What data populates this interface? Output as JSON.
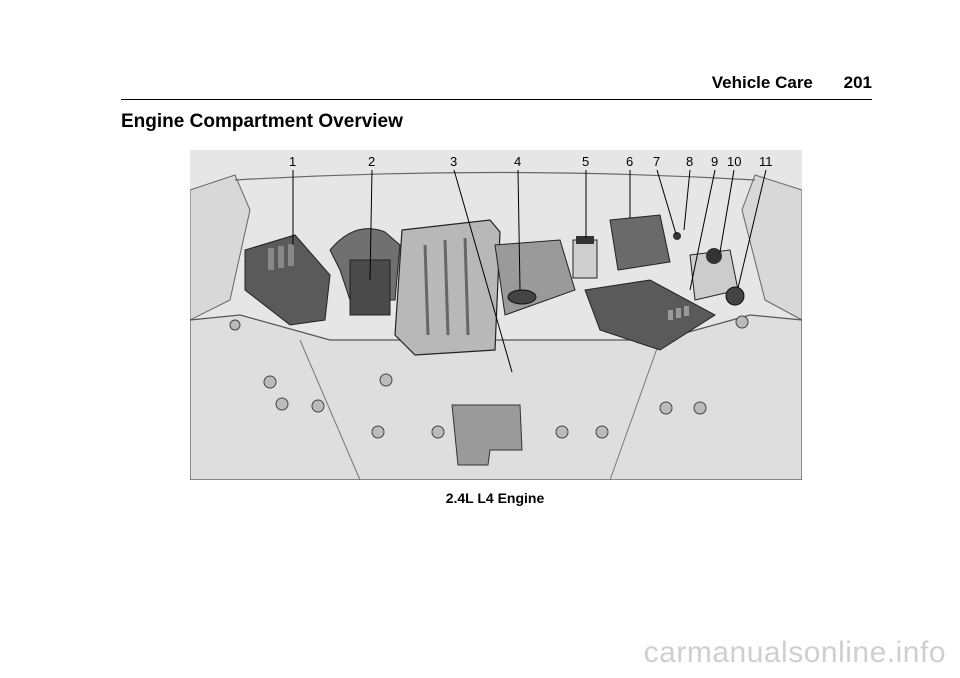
{
  "header": {
    "section": "Vehicle Care",
    "page_number": "201"
  },
  "page_title": "Engine Compartment Overview",
  "figure": {
    "callouts": [
      "1",
      "2",
      "3",
      "4",
      "5",
      "6",
      "7",
      "8",
      "9",
      "10",
      "11"
    ],
    "caption": "2.4L L4 Engine"
  },
  "watermark": "carmanualsonline.info"
}
